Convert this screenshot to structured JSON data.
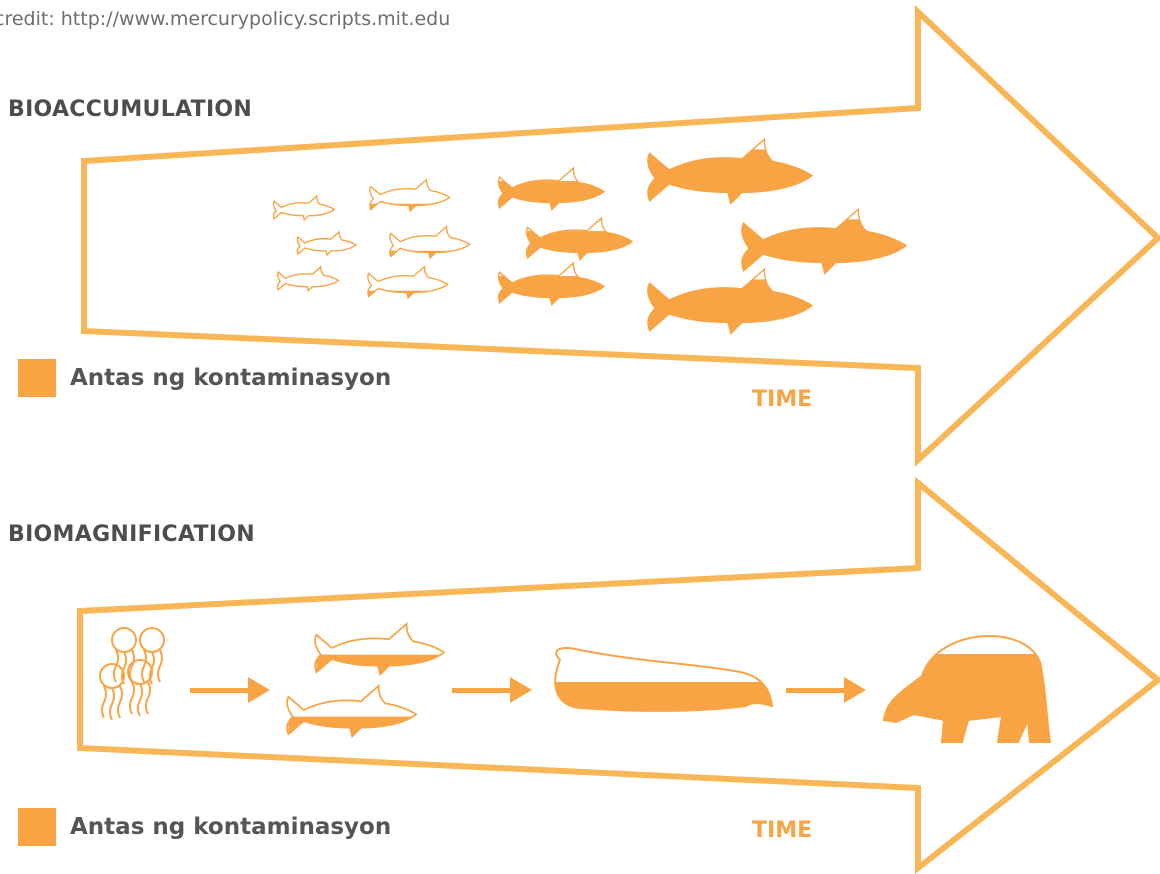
{
  "credit": "credit: http://www.mercurypolicy.scripts.mit.edu",
  "colors": {
    "accent": "#f9a444",
    "text": "#4d4d4d",
    "muted": "#6e6e6e"
  },
  "sections": [
    {
      "title": "BIOACCUMULATION",
      "legend_label": "Antas ng kontaminasyon",
      "axis_label": "TIME",
      "organisms": [
        "fish",
        "fish",
        "fish",
        "fish",
        "fish",
        "fish",
        "fish",
        "fish",
        "fish",
        "fish",
        "fish",
        "fish"
      ]
    },
    {
      "title": "BIOMAGNIFICATION",
      "legend_label": "Antas ng kontaminasyon",
      "axis_label": "TIME",
      "chain": [
        "jellyfish",
        "shark",
        "beluga-whale",
        "polar-bear"
      ]
    }
  ]
}
